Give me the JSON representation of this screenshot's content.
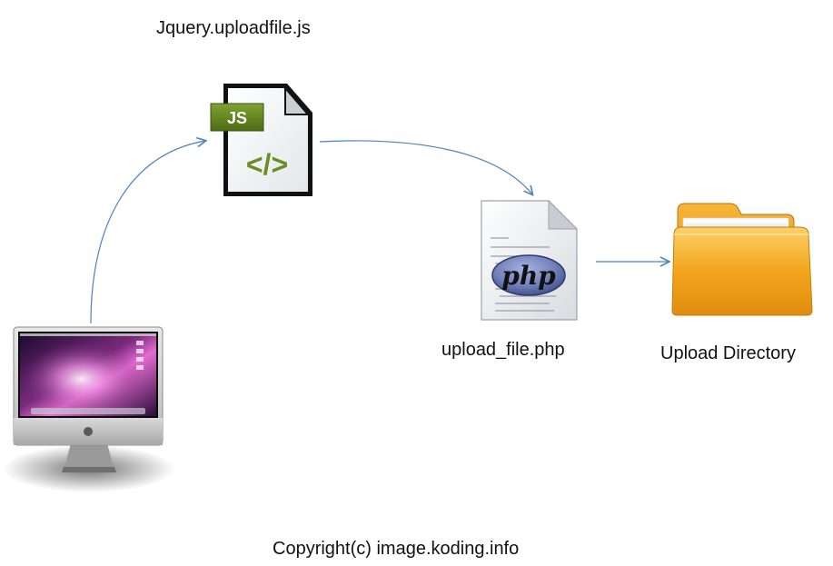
{
  "labels": {
    "js_file": "Jquery.uploadfile.js",
    "php_file": "upload_file.php",
    "upload_dir": "Upload Directory",
    "copyright": "Copyright(c) image.koding.info"
  },
  "icons": {
    "js_tag": "JS",
    "js_code_symbol": "</>",
    "php_logo": "php"
  },
  "colors": {
    "arrow": "#4f81bd",
    "js_tag_green": "#5a7b1c",
    "code_symbol_green": "#6b8e23",
    "php_ellipse": "#6f7fb8",
    "folder_orange": "#f3a51d"
  }
}
